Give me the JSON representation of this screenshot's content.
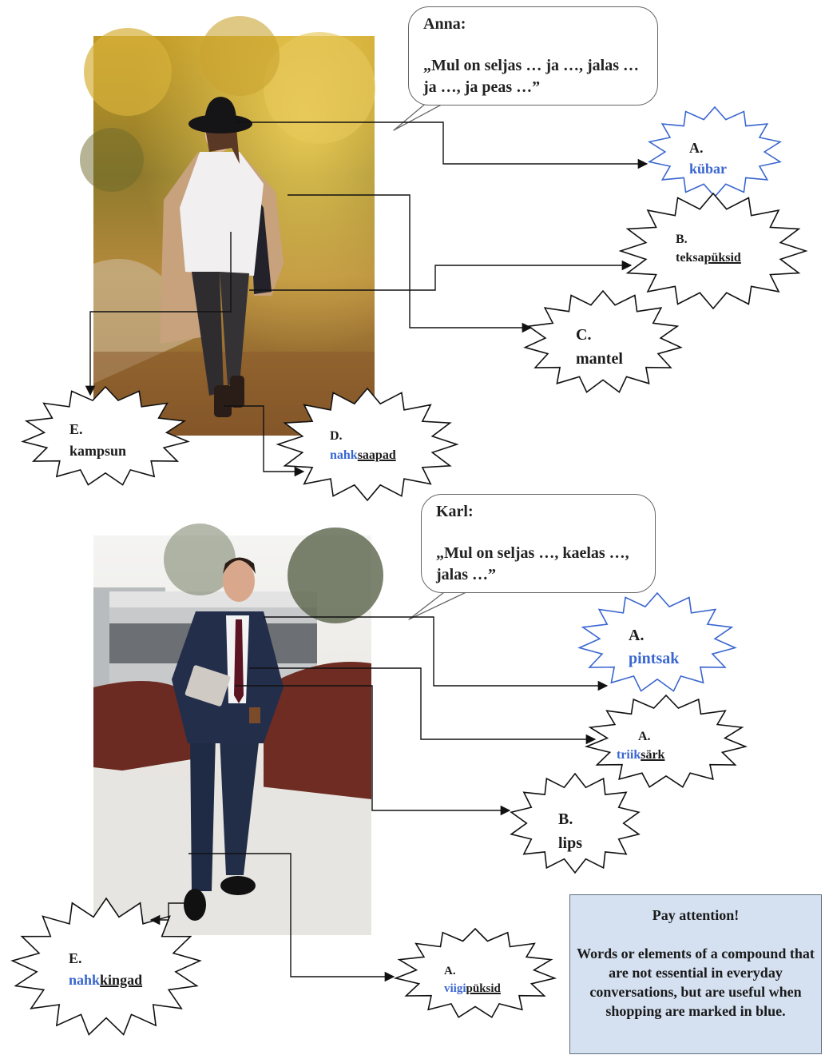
{
  "anna": {
    "bubble": {
      "speaker": "Anna:",
      "quote": "„Mul on seljas … ja …, jalas … ja …, ja peas …”"
    },
    "items": [
      {
        "letter": "A.",
        "plain": "",
        "blue": "kübar",
        "underlined": "",
        "outline": "blue"
      },
      {
        "letter": "B.",
        "plain": "teksa",
        "blue": "",
        "underlined": "püksid",
        "outline": "black"
      },
      {
        "letter": "C.",
        "plain": "mantel",
        "blue": "",
        "underlined": "",
        "outline": "black"
      },
      {
        "letter": "D.",
        "plain": "",
        "blue": "nahk",
        "underlined": "saapad",
        "outline": "black"
      },
      {
        "letter": "E.",
        "plain": "kampsun",
        "blue": "",
        "underlined": "",
        "outline": "black"
      }
    ]
  },
  "karl": {
    "bubble": {
      "speaker": "Karl:",
      "quote": "„Mul on seljas …, kaelas …, jalas …”"
    },
    "items": [
      {
        "letter": "A.",
        "plain": "",
        "blue": "pintsak",
        "underlined": "",
        "outline": "blue"
      },
      {
        "letter": "A.",
        "plain": "",
        "blue": "triik",
        "underlined": "särk",
        "outline": "black"
      },
      {
        "letter": "B.",
        "plain": "lips",
        "blue": "",
        "underlined": "",
        "outline": "black"
      },
      {
        "letter": "E.",
        "plain": "",
        "blue": "nahk",
        "underlined": "kingad",
        "outline": "black"
      },
      {
        "letter": "A.",
        "plain": "",
        "blue": "viigi",
        "underlined": "püksid",
        "outline": "black"
      }
    ]
  },
  "note": {
    "title": "Pay attention!",
    "body": "Words or elements of a compound that are not essential in everyday conversations, but are useful when shopping are marked in blue."
  },
  "colors": {
    "accent_blue": "#3a66cf",
    "note_background": "#d5e1f1",
    "outline_black": "#111111"
  }
}
